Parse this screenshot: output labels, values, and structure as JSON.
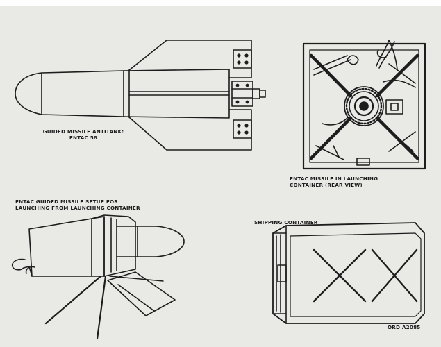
{
  "captions": {
    "missile": {
      "line1": "GUIDED MISSILE ANTITANK:",
      "line2": "ENTAC 58"
    },
    "container_rear": {
      "line1": "ENTAC MISSILE IN LAUNCHING",
      "line2": "CONTAINER (REAR VIEW)"
    },
    "setup": {
      "line1": "ENTAC GUIDED MISSILE SETUP FOR",
      "line2": "LAUNCHING FROM LAUNCHING CONTAINER"
    },
    "shipping": {
      "line1": "SHIPPING CONTAINER"
    },
    "ref": {
      "code": "ORD A2085"
    }
  },
  "colors": {
    "paper": "#e9e9e6",
    "ink": "#1d1d1d"
  }
}
